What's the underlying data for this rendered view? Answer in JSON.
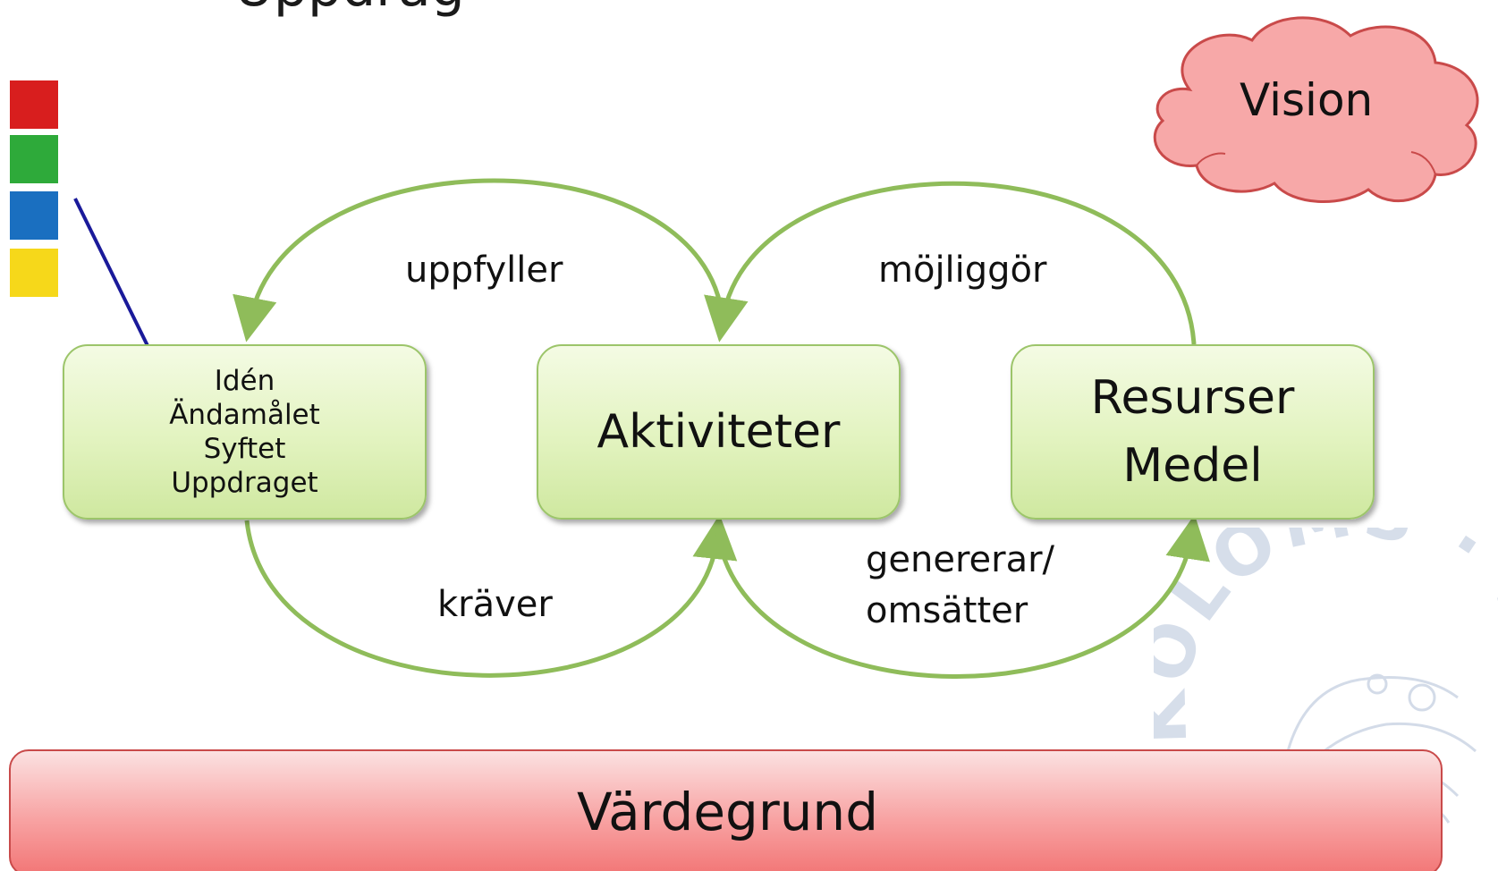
{
  "title_fragment": "Uppdrag",
  "boxes": {
    "left": [
      "Idén",
      "Ändamålet",
      "Syftet",
      "Uppdraget"
    ],
    "middle": [
      "Aktiviteter"
    ],
    "right": [
      "Resurser",
      "Medel"
    ]
  },
  "labels": {
    "uppfyller": "uppfyller",
    "mojliggor": "möjliggör",
    "kraver": "kräver",
    "genererar": "genererar/",
    "omsatter": "omsätter"
  },
  "vision": "Vision",
  "foundation": "Värdegrund",
  "watermark_text": "SKOLOMS · SVE",
  "colors": {
    "square_red": "#d81e1e",
    "square_green": "#2eaa3a",
    "square_blue": "#1a6fc0",
    "square_yellow": "#f6d81a",
    "arrow_green": "#8fbc5a",
    "arrow_blue": "#1a1a9a",
    "cloud_fill": "#f7a8a8",
    "cloud_stroke": "#c94a4a"
  }
}
